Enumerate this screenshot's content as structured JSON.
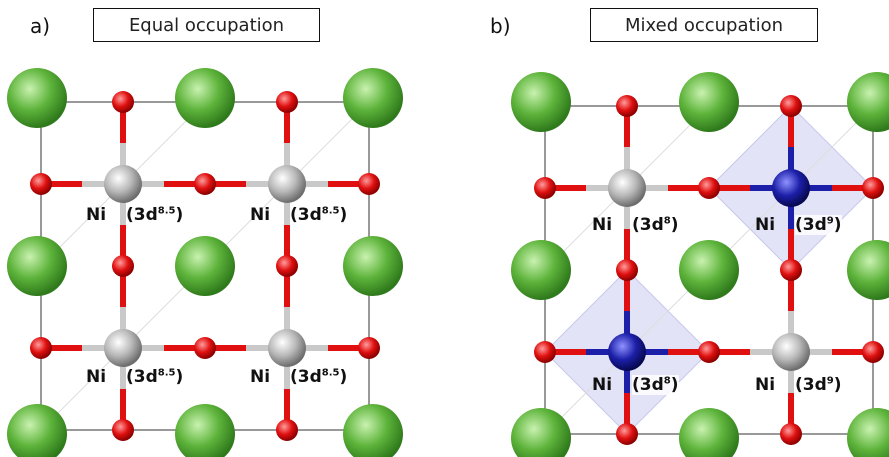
{
  "panel_a": {
    "letter": "a)",
    "title": "Equal occupation",
    "labels": [
      {
        "element": "Ni",
        "open": "(3d",
        "power": "8.5",
        "close": ")"
      },
      {
        "element": "Ni",
        "open": "(3d",
        "power": "8.5",
        "close": ")"
      },
      {
        "element": "Ni",
        "open": "(3d",
        "power": "8.5",
        "close": ")"
      },
      {
        "element": "Ni",
        "open": "(3d",
        "power": "8.5",
        "close": ")"
      }
    ]
  },
  "panel_b": {
    "letter": "b)",
    "title": "Mixed occupation",
    "labels": [
      {
        "element": "Ni",
        "open": "(3d",
        "power": "8",
        "close": ")"
      },
      {
        "element": "Ni",
        "open": "(3d",
        "power": "9",
        "close": ")"
      },
      {
        "element": "Ni",
        "open": "(3d",
        "power": "8",
        "close": ")"
      },
      {
        "element": "Ni",
        "open": "(3d",
        "power": "9",
        "close": ")"
      }
    ]
  },
  "colors": {
    "chlorine_green": "#5db33a",
    "oxygen_red": "#e01010",
    "nickel_grey": "#b8b8b8",
    "nickel_blue": "#1c1fa8",
    "highlight_lavender": "#e3e3f7",
    "cell_line": "#333333"
  }
}
